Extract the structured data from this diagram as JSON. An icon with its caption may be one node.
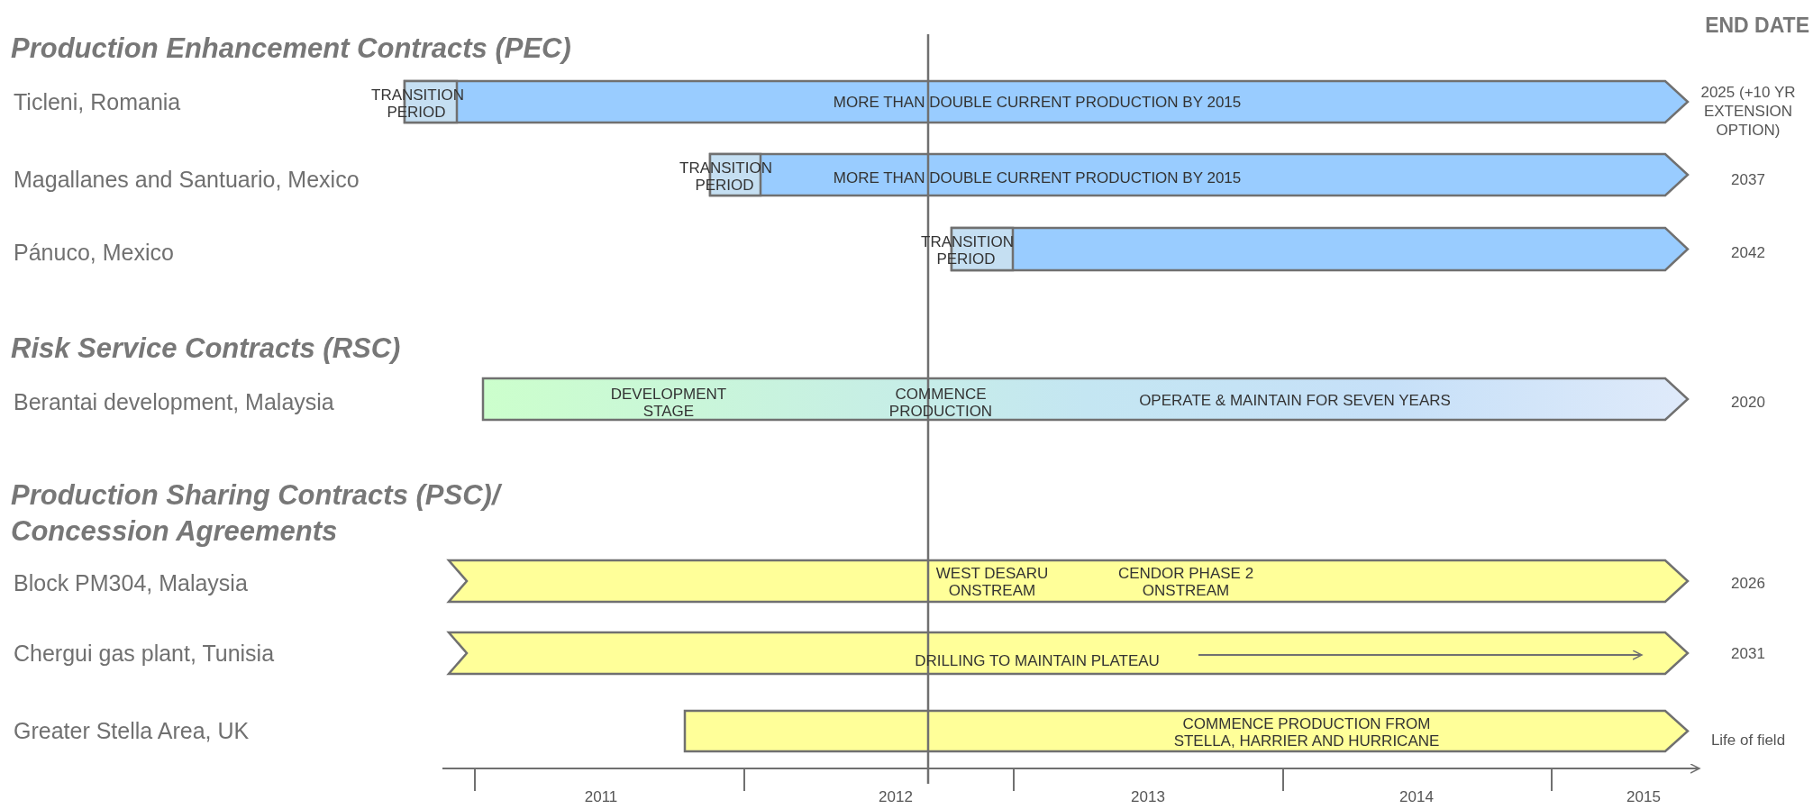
{
  "diagram": {
    "nodes": [
      {
        "text": [
          "MORE THAN DOUBLE CURRENT PRODUCTION BY 2015"
        ],
        "beside": [
          "2025 (+10 YR EXTENSION OPTION)"
        ]
      },
      {
        "text": [
          "TRANSITION PERIOD"
        ],
        "in": 0
      },
      {
        "text": [
          "MORE THAN DOUBLE CURRENT PRODUCTION BY 2015"
        ],
        "beside": [
          "2037"
        ]
      },
      {
        "text": [
          "TRANSITION PERIOD"
        ],
        "in": 2
      },
      {
        "text": [],
        "shape": "arrow",
        "beside": [
          "2042"
        ]
      },
      {
        "text": [
          "TRANSITION PERIOD"
        ],
        "in": 4
      },
      {
        "text": [
          "DEVELOPMENT STAGE",
          "COMMENCE PRODUCTION",
          "OPERATE & MAINTAIN FOR SEVEN YEARS"
        ],
        "beside": [
          "2020"
        ]
      },
      {
        "text": [
          "WEST DESARU ONSTREAM",
          "CENDOR PHASE 2 ONSTREAM"
        ],
        "beside": [
          "2026"
        ]
      },
      {
        "text": [
          "DRILLING TO MAINTAIN PLATEAU"
        ],
        "beside": [
          "2031"
        ]
      },
      {
        "text": [
          "COMMENCE PRODUCTION FROM STELLA, HARRIER AND HURRICANE"
        ],
        "beside": [
          "Life of field"
        ]
      }
    ],
    "labels": [
      "END DATE",
      "Production Enhancement Contracts (PEC)",
      "Ticleni, Romania",
      "Magallanes and Santuario, Mexico",
      "Pánuco, Mexico",
      "Risk Service Contracts (RSC)",
      "Berantai development, Malaysia",
      "Production Sharing Contracts (PSC)/ Concession Agreements",
      "Block PM304, Malaysia",
      "Chergui gas plant, Tunisia",
      "Greater Stella Area, UK",
      "2011",
      "2012",
      "2013",
      "2014",
      "2015"
    ]
  }
}
